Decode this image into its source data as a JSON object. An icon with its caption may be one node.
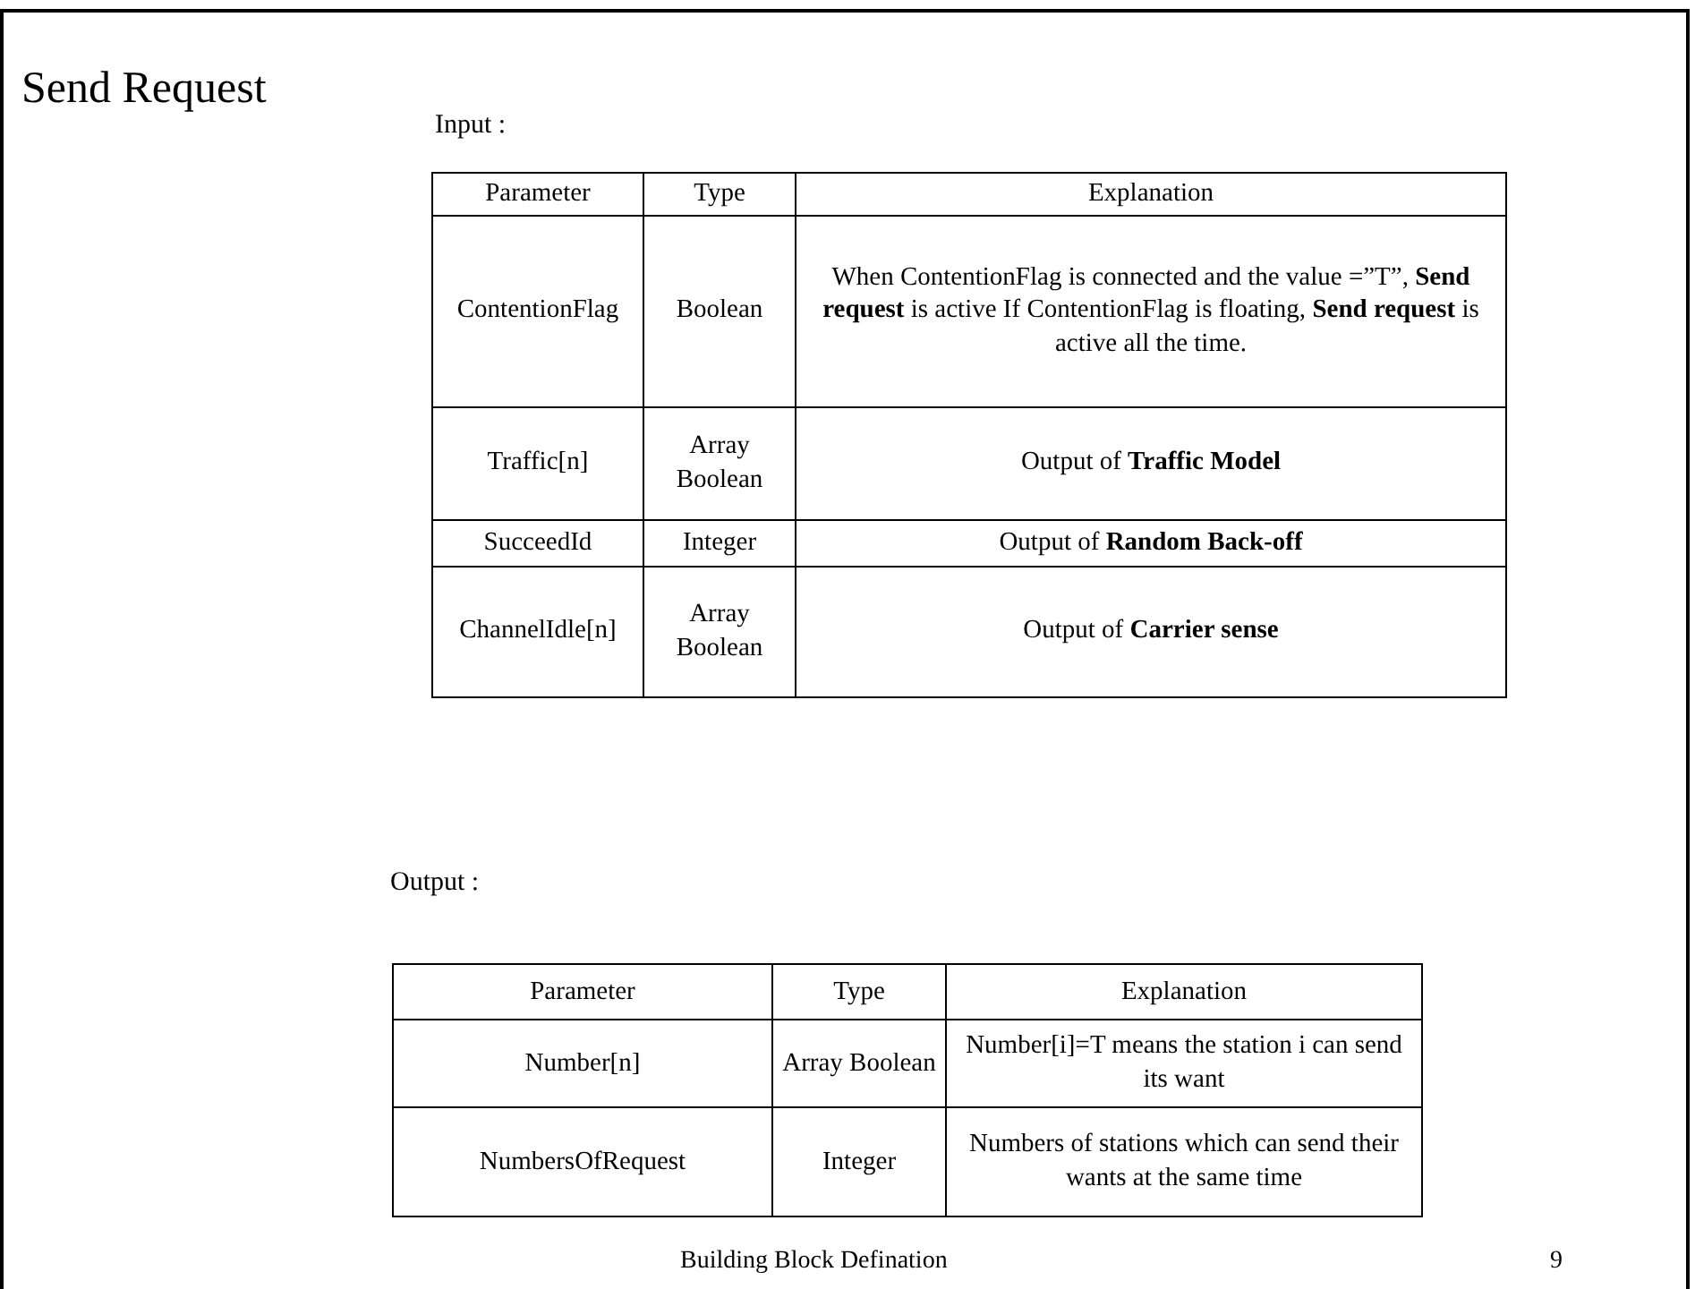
{
  "diagram": {
    "title": "Send Request",
    "labels": [
      "Input :",
      "Parameter",
      "Type",
      "Explanation",
      "ContentionFlag",
      "Boolean",
      "When ContentionFlag is connected and the value =”T”, **Send request** is active If ContentionFlag is floating, **Send request** is active all the time.",
      "Traffic[n]",
      "Array Boolean",
      "Output of **Traffic Model**",
      "SucceedId",
      "Integer",
      "Output of **Random Back-off**",
      "ChannelIdle[n]",
      "Array Boolean",
      "Output of **Carrier sense**",
      "Output :",
      "Parameter",
      "Type",
      "Explanation",
      "Number[n]",
      "Array Boolean",
      "Number[i]=T means the station i can send its want",
      "NumbersOfRequest",
      "Integer",
      "Numbers of stations which can send their wants at the same time",
      "Building Block Defination",
      "9"
    ]
  }
}
